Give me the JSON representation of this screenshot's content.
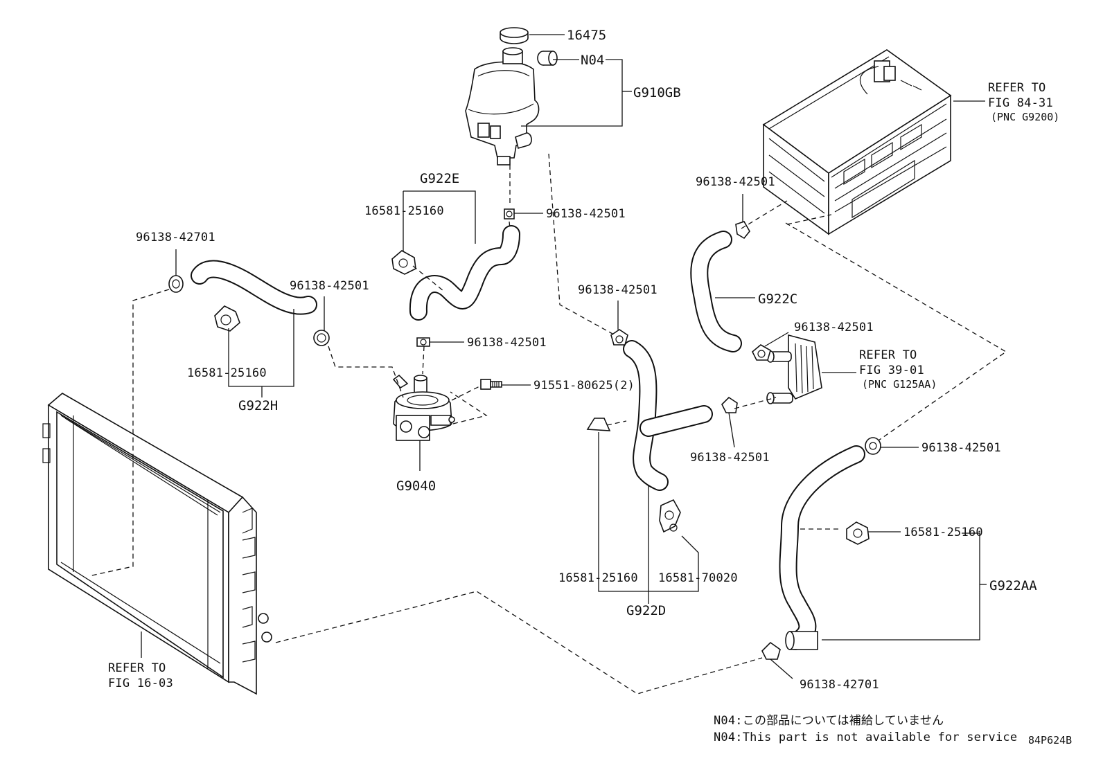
{
  "diagram_code": "84P624B",
  "notes": {
    "jp": "N04:この部品については補給していません",
    "en": "N04:This part is not available for service"
  },
  "labels": {
    "cap": "16475",
    "n04": "N04",
    "reservoir": "G910GB",
    "hose_e": "G922E",
    "hose_e_clamp": "16581-25160",
    "res_clamp": "96138-42501",
    "left_top_clamp": "96138-42701",
    "h_clamp_a": "96138-42501",
    "h_clamp_b": "16581-25160",
    "hose_h": "G922H",
    "pump_clamp": "96138-42501",
    "bolt": "91551-80625(2)",
    "pump": "G9040",
    "d_clamp": "96138-42501",
    "c_clamp_top": "96138-42501",
    "hose_c": "G922C",
    "c_clamp_bottom": "96138-42501",
    "cooler_clamp": "96138-42501",
    "aa_clamp_top": "96138-42501",
    "aa_clamp_mid": "16581-25160",
    "hose_aa": "G922AA",
    "aa_clamp_bottom": "96138-42701",
    "d_clamp_a": "16581-25160",
    "d_clamp_b": "16581-70020",
    "hose_d": "G922D"
  },
  "refs": {
    "inverter": [
      "REFER TO",
      "FIG 84-31",
      "(PNC G9200)"
    ],
    "cooler": [
      "REFER TO",
      "FIG 39-01",
      "(PNC G125AA)"
    ],
    "radiator": [
      "REFER TO",
      "FIG 16-03"
    ]
  }
}
